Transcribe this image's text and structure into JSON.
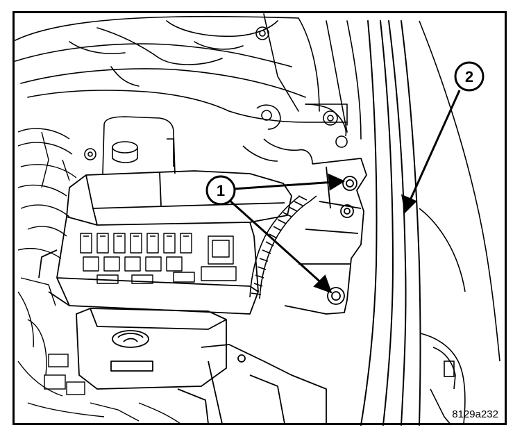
{
  "callouts": [
    {
      "label": "1"
    },
    {
      "label": "2"
    }
  ],
  "figure_id": "8129a232",
  "colors": {
    "ink": "#000000",
    "paper": "#ffffff"
  }
}
